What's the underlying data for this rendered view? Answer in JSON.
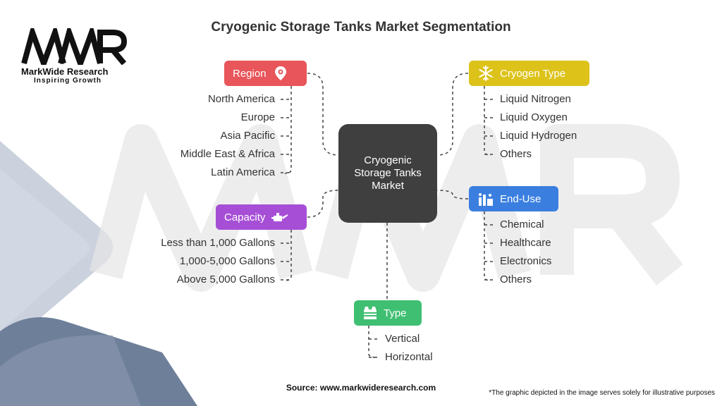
{
  "title": "Cryogenic Storage Tanks Market Segmentation",
  "logo": {
    "brand": "MarkWide Research",
    "tagline": "Inspiring Growth"
  },
  "center": {
    "label": "Cryogenic Storage Tanks Market"
  },
  "segments": {
    "region": {
      "label": "Region",
      "color": "#e8555a",
      "icon": "location-gear-icon",
      "items": [
        "North America",
        "Europe",
        "Asia Pacific",
        "Middle East & Africa",
        "Latin America"
      ]
    },
    "capacity": {
      "label": "Capacity",
      "color": "#a64fd6",
      "icon": "oil-can-icon",
      "items": [
        "Less than 1,000 Gallons",
        "1,000-5,000 Gallons",
        "Above 5,000 Gallons"
      ]
    },
    "type": {
      "label": "Type",
      "color": "#3fbf72",
      "icon": "vest-icon",
      "items": [
        "Vertical",
        "Horizontal"
      ]
    },
    "cryogen_type": {
      "label": "Cryogen Type",
      "color": "#ddc21a",
      "icon": "snowflake-icon",
      "items": [
        "Liquid Nitrogen",
        "Liquid Oxygen",
        "Liquid Hydrogen",
        "Others"
      ]
    },
    "end_use": {
      "label": "End-Use",
      "color": "#3a7fe0",
      "icon": "industry-icon",
      "items": [
        "Chemical",
        "Healthcare",
        "Electronics",
        "Others"
      ]
    }
  },
  "source": "Source: www.markwideresearch.com",
  "disclaimer": "*The graphic depicted in the image serves solely for illustrative purposes"
}
